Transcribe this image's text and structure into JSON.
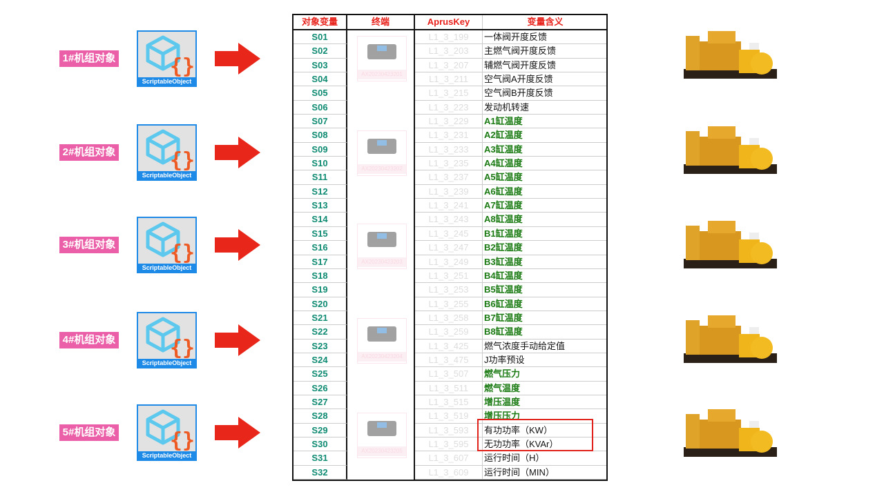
{
  "units": [
    {
      "label": "1#机组对象",
      "icon_text": "ScriptableObject",
      "terminal": "AX20230423201"
    },
    {
      "label": "2#机组对象",
      "icon_text": "ScriptableObject",
      "terminal": "AX20230423202"
    },
    {
      "label": "3#机组对象",
      "icon_text": "ScriptableObject",
      "terminal": "AX20230423203"
    },
    {
      "label": "4#机组对象",
      "icon_text": "ScriptableObject",
      "terminal": "AX20230423204"
    },
    {
      "label": "5#机组对象",
      "icon_text": "ScriptableObject",
      "terminal": "AX20230423205"
    }
  ],
  "table": {
    "headers": [
      "对象变量",
      "终端",
      "AprusKey",
      "变量含义"
    ],
    "rows": [
      {
        "var": "S01",
        "key": "L1_3_199",
        "meaning": "一体阀开度反馈",
        "green": false
      },
      {
        "var": "S02",
        "key": "L1_3_203",
        "meaning": "主燃气阀开度反馈",
        "green": false
      },
      {
        "var": "S03",
        "key": "L1_3_207",
        "meaning": "辅燃气阀开度反馈",
        "green": false
      },
      {
        "var": "S04",
        "key": "L1_3_211",
        "meaning": "空气阀A开度反馈",
        "green": false
      },
      {
        "var": "S05",
        "key": "L1_3_215",
        "meaning": "空气阀B开度反馈",
        "green": false
      },
      {
        "var": "S06",
        "key": "L1_3_223",
        "meaning": "发动机转速",
        "green": false
      },
      {
        "var": "S07",
        "key": "L1_3_229",
        "meaning": "A1缸温度",
        "green": true
      },
      {
        "var": "S08",
        "key": "L1_3_231",
        "meaning": "A2缸温度",
        "green": true
      },
      {
        "var": "S09",
        "key": "L1_3_233",
        "meaning": "A3缸温度",
        "green": true
      },
      {
        "var": "S10",
        "key": "L1_3_235",
        "meaning": "A4缸温度",
        "green": true
      },
      {
        "var": "S11",
        "key": "L1_3_237",
        "meaning": "A5缸温度",
        "green": true
      },
      {
        "var": "S12",
        "key": "L1_3_239",
        "meaning": "A6缸温度",
        "green": true
      },
      {
        "var": "S13",
        "key": "L1_3_241",
        "meaning": "A7缸温度",
        "green": true
      },
      {
        "var": "S14",
        "key": "L1_3_243",
        "meaning": "A8缸温度",
        "green": true
      },
      {
        "var": "S15",
        "key": "L1_3_245",
        "meaning": "B1缸温度",
        "green": true
      },
      {
        "var": "S16",
        "key": "L1_3_247",
        "meaning": "B2缸温度",
        "green": true
      },
      {
        "var": "S17",
        "key": "L1_3_249",
        "meaning": "B3缸温度",
        "green": true
      },
      {
        "var": "S18",
        "key": "L1_3_251",
        "meaning": "B4缸温度",
        "green": true
      },
      {
        "var": "S19",
        "key": "L1_3_253",
        "meaning": "B5缸温度",
        "green": true
      },
      {
        "var": "S20",
        "key": "L1_3_255",
        "meaning": "B6缸温度",
        "green": true
      },
      {
        "var": "S21",
        "key": "L1_3_258",
        "meaning": "B7缸温度",
        "green": true
      },
      {
        "var": "S22",
        "key": "L1_3_259",
        "meaning": "B8缸温度",
        "green": true
      },
      {
        "var": "S23",
        "key": "L1_3_425",
        "meaning": "燃气浓度手动给定值",
        "green": false
      },
      {
        "var": "S24",
        "key": "L1_3_475",
        "meaning": "J功率预设",
        "green": false
      },
      {
        "var": "S25",
        "key": "L1_3_507",
        "meaning": "燃气压力",
        "green": true
      },
      {
        "var": "S26",
        "key": "L1_3_511",
        "meaning": "燃气温度",
        "green": true
      },
      {
        "var": "S27",
        "key": "L1_3_515",
        "meaning": "增压温度",
        "green": true
      },
      {
        "var": "S28",
        "key": "L1_3_519",
        "meaning": "增压压力",
        "green": true
      },
      {
        "var": "S29",
        "key": "L1_3_593",
        "meaning": "有功功率（KW）",
        "green": false
      },
      {
        "var": "S30",
        "key": "L1_3_595",
        "meaning": "无功功率（KVAr）",
        "green": false
      },
      {
        "var": "S31",
        "key": "L1_3_607",
        "meaning": "运行时间（H）",
        "green": false
      },
      {
        "var": "S32",
        "key": "L1_3_609",
        "meaning": "运行时间（MIN）",
        "green": false
      }
    ]
  },
  "colors": {
    "label_bg": "#ea5fa7",
    "arrow": "#e8261a",
    "highlight": "#e0211c",
    "var_text": "#0e8a72",
    "green_text": "#1a7a12"
  }
}
